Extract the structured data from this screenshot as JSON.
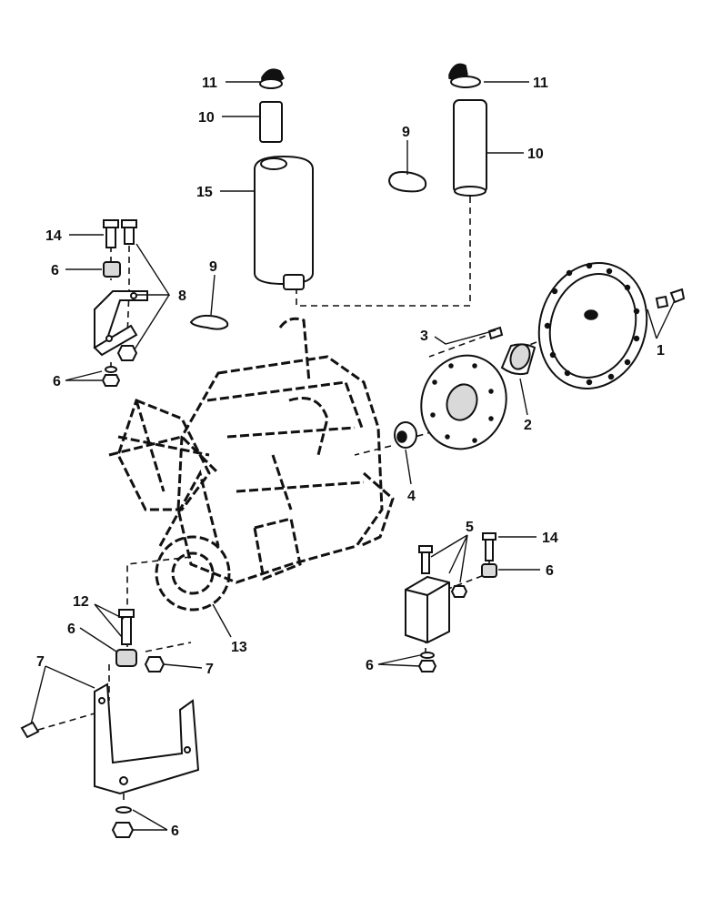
{
  "callouts": {
    "c1": "1",
    "c2": "2",
    "c3": "3",
    "c4": "4",
    "c5": "5",
    "c6a": "6",
    "c6b": "6",
    "c6c": "6",
    "c6d": "6",
    "c6e": "6",
    "c6f": "6",
    "c7a": "7",
    "c7b": "7",
    "c8": "8",
    "c9a": "9",
    "c9b": "9",
    "c10a": "10",
    "c10b": "10",
    "c11a": "11",
    "c11b": "11",
    "c12": "12",
    "c13": "13",
    "c14a": "14",
    "c14b": "14",
    "c15": "15"
  }
}
